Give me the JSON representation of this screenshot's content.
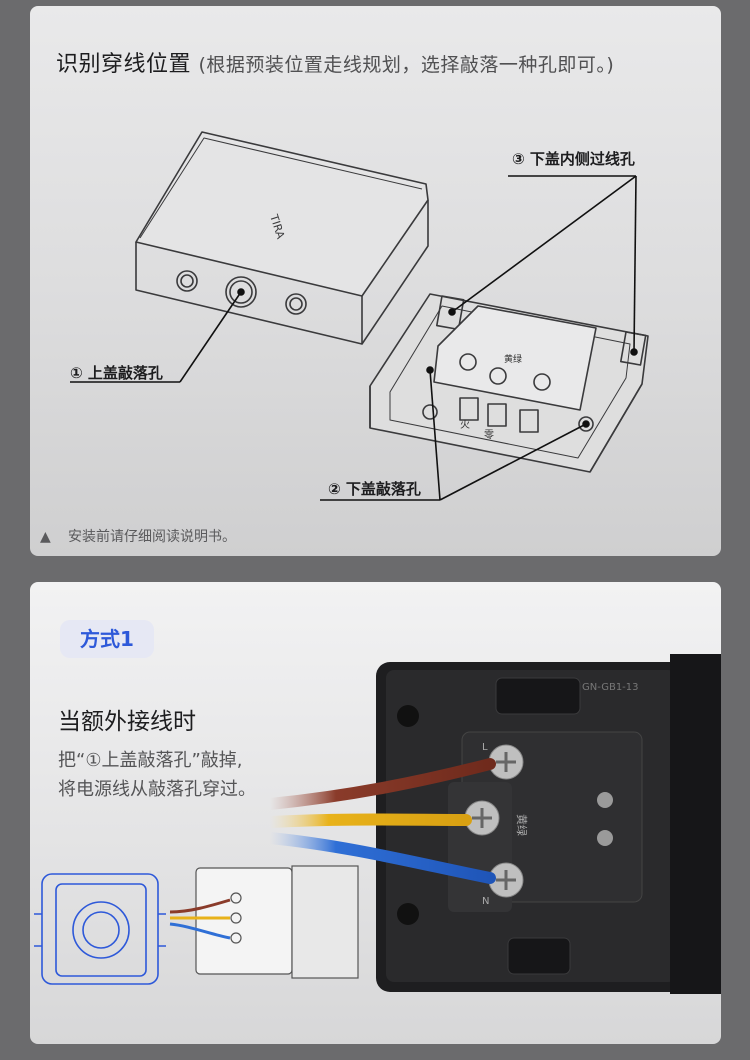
{
  "section1": {
    "title": "识别穿线位置",
    "title_note": "(根据预装位置走线规划，选择敲落一种孔即可。)",
    "callouts": {
      "c1": "① 上盖敲落孔",
      "c2": "② 下盖敲落孔",
      "c3": "③ 下盖内侧过线孔"
    },
    "product_logos": {
      "lid": "TIRA",
      "base_terminal_label": "黄绿",
      "base_fire": "火",
      "base_zero": "零"
    },
    "warning": "安装前请仔细阅读说明书。"
  },
  "section2": {
    "badge": "方式1",
    "heading": "当额外接线时",
    "desc_line1": "把“①上盖敲落孔”敲掉,",
    "desc_line2": "将电源线从敲落孔穿过。",
    "photo_text": {
      "model": "GN-GB1-13",
      "terminal_label": "黄绿",
      "mark_L": "L",
      "mark_N": "N"
    }
  },
  "colors": {
    "page_bg": "#6b6b6d",
    "accent_blue": "#2e59d9",
    "wire_brown": "#8a3b2a",
    "wire_yellow": "#e8b21a",
    "wire_blue": "#2f6fd6"
  }
}
